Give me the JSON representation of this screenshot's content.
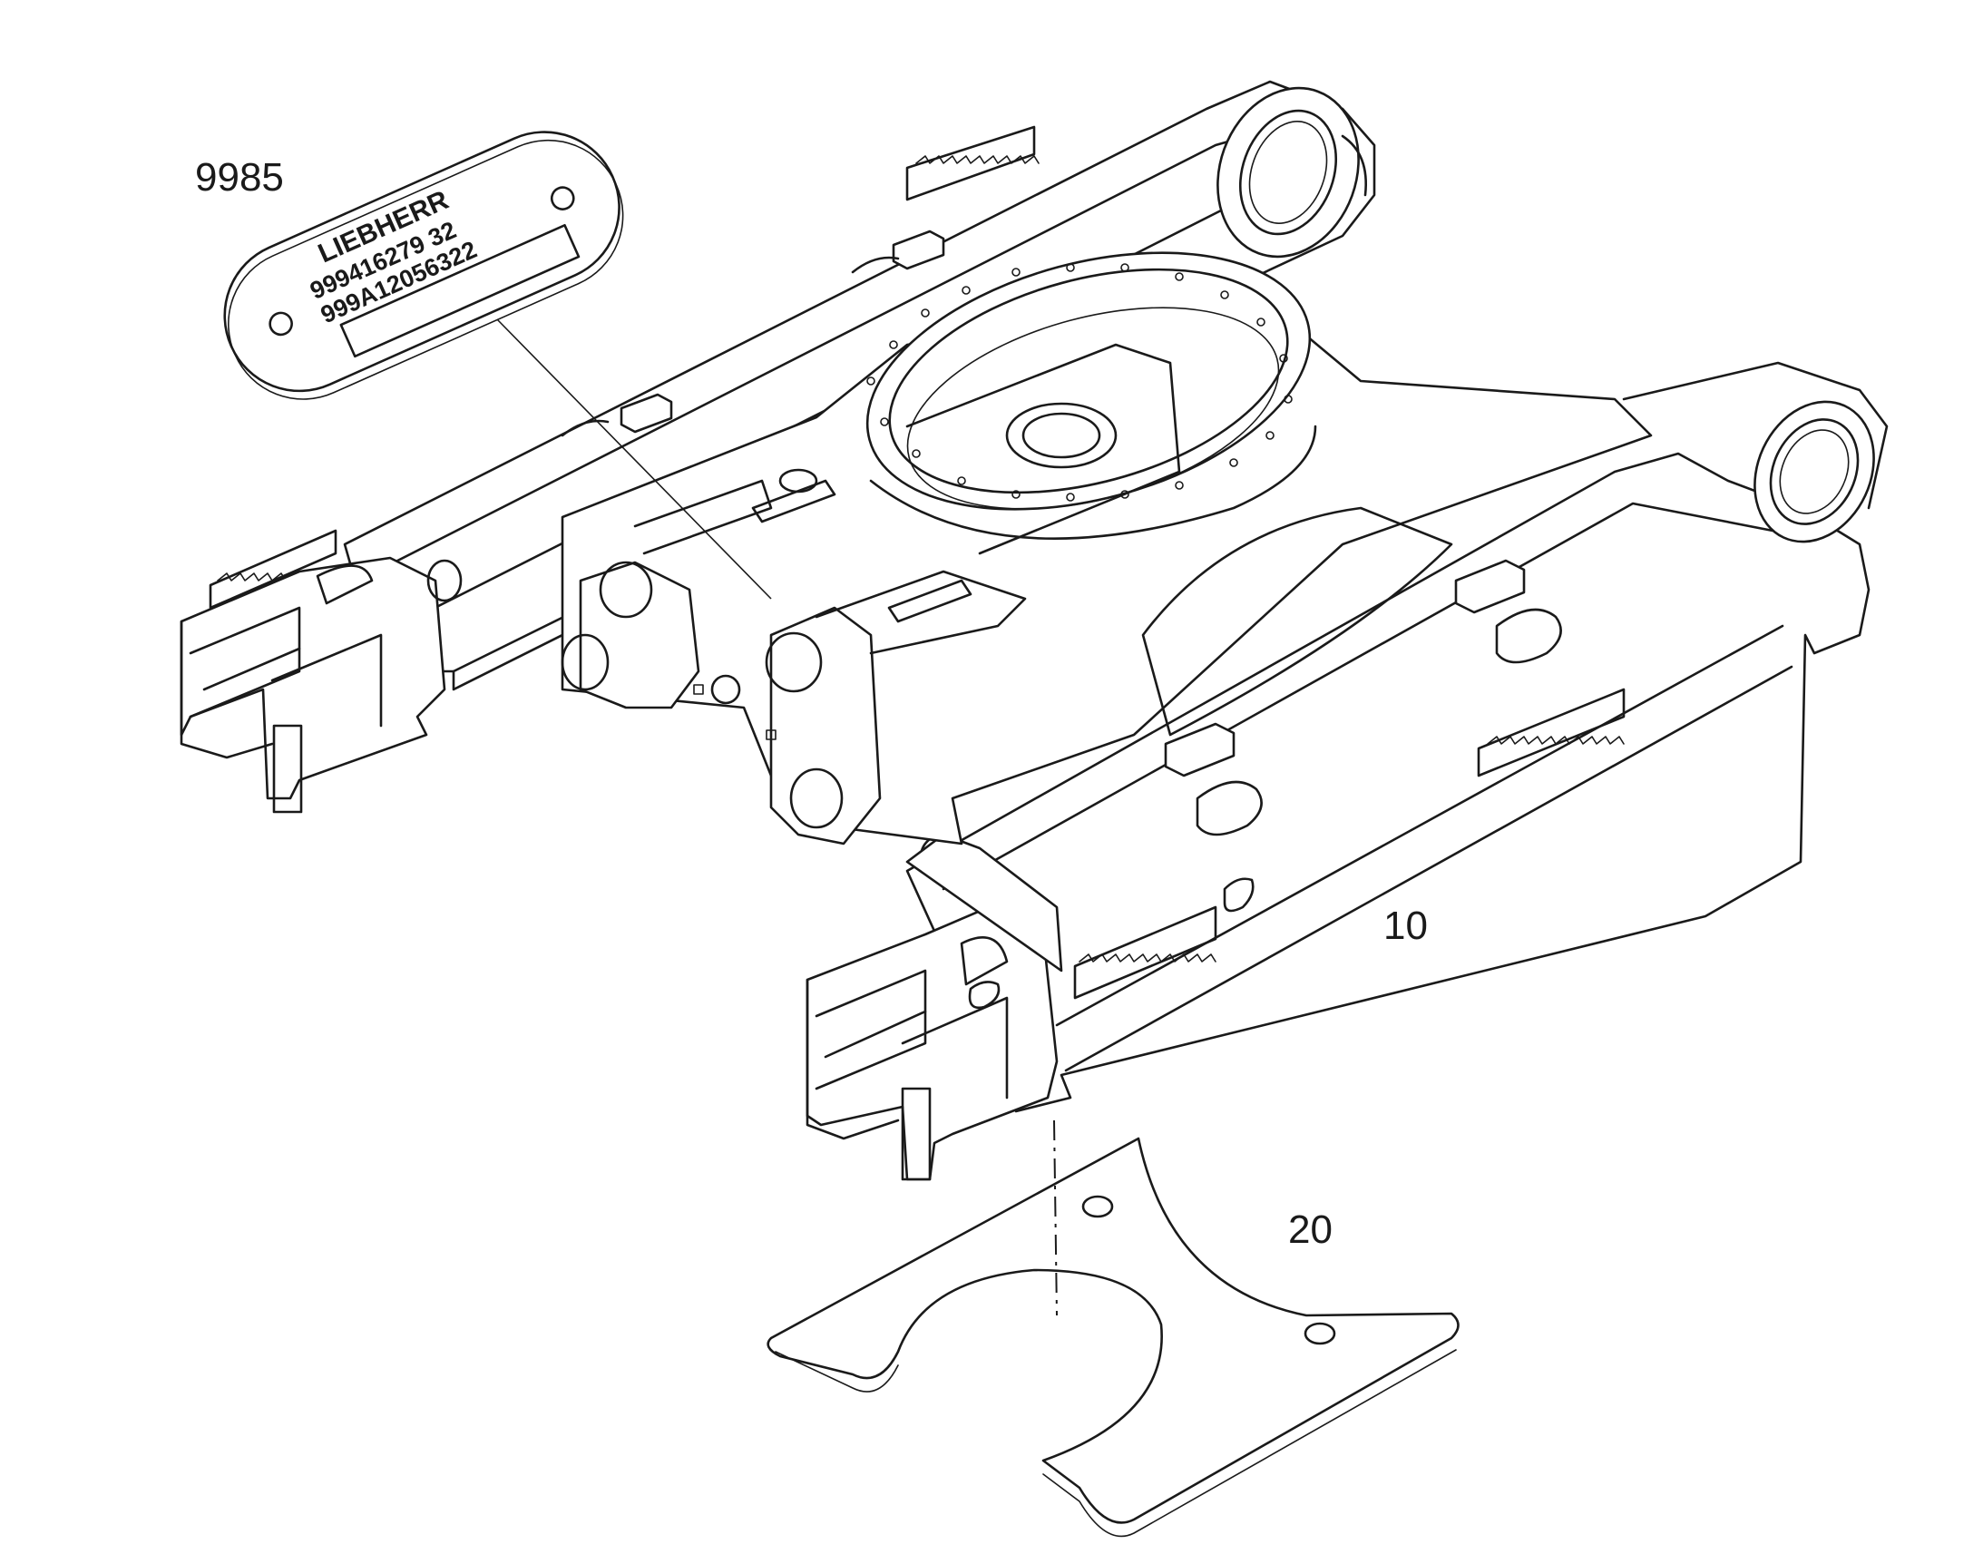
{
  "callouts": {
    "nameplate": "9985",
    "undercarriage": "10",
    "cover_plate": "20"
  },
  "nameplate": {
    "brand": "LIEBHERR",
    "line1": "999416279  32",
    "line2": "999A12056322"
  }
}
